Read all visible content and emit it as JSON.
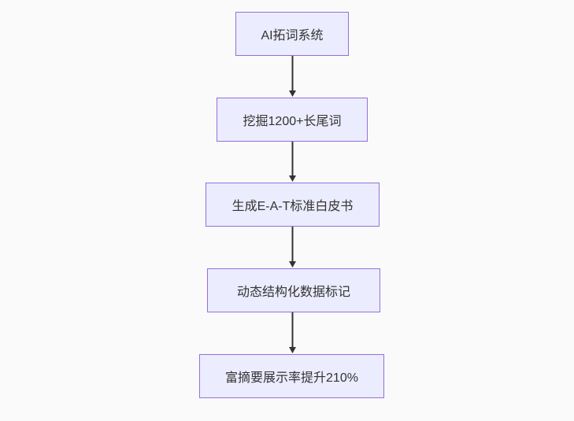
{
  "diagram": {
    "type": "flowchart",
    "direction": "top-down",
    "nodes": [
      {
        "id": "n1",
        "label": "AI拓词系统"
      },
      {
        "id": "n2",
        "label": "挖掘1200+长尾词"
      },
      {
        "id": "n3",
        "label": "生成E-A-T标准白皮书"
      },
      {
        "id": "n4",
        "label": "动态结构化数据标记"
      },
      {
        "id": "n5",
        "label": "富摘要展示率提升210%"
      }
    ],
    "edges": [
      {
        "from": "n1",
        "to": "n2"
      },
      {
        "from": "n2",
        "to": "n3"
      },
      {
        "from": "n3",
        "to": "n4"
      },
      {
        "from": "n4",
        "to": "n5"
      }
    ],
    "colors": {
      "node_fill": "#ececff",
      "node_border": "#9370db",
      "node_text": "#333333",
      "arrow": "#333333",
      "background": "#fafafa"
    }
  }
}
